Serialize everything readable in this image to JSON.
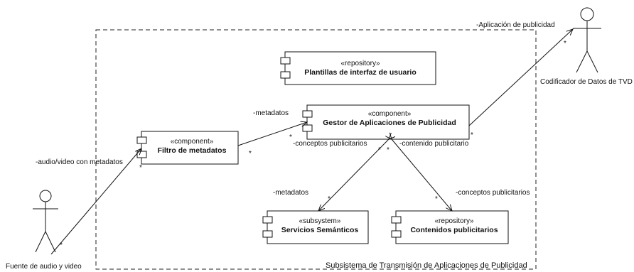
{
  "subsystem": {
    "title": "Subsistema de Transmisión de Aplicaciones de Publicidad"
  },
  "actors": {
    "source": {
      "name": "Fuente de audio y video"
    },
    "encoder": {
      "name": "Codificador de Datos de TVD"
    }
  },
  "components": {
    "templates": {
      "stereotype": "«repository»",
      "name": "Plantillas de interfaz de usuario"
    },
    "manager": {
      "stereotype": "«component»",
      "name": "Gestor de Aplicaciones de Publicidad"
    },
    "filter": {
      "stereotype": "«component»",
      "name": "Filtro de metadatos"
    },
    "semantic": {
      "stereotype": "«subsystem»",
      "name": "Servicios Semánticos"
    },
    "ads": {
      "stereotype": "«repository»",
      "name": "Contenidos publicitarios"
    }
  },
  "associations": {
    "source_filter": {
      "label": "-audio/video con metadatos",
      "mult_source": "*",
      "mult_filter": "*"
    },
    "filter_manager": {
      "label": "-metadatos",
      "mult_filter": "*",
      "mult_manager": "*"
    },
    "manager_encoder": {
      "label": "-Aplicación de publicidad",
      "mult_manager": "*",
      "mult_encoder": "*"
    },
    "manager_semantic": {
      "label_top": "-conceptos publicitarios",
      "label_bottom": "-metadatos",
      "mult_manager": "*",
      "mult_semantic": "*"
    },
    "manager_ads": {
      "label_top": "-contenido publicitario",
      "label_bottom": "-conceptos publicitarios",
      "mult_manager": "*",
      "mult_ads": "*"
    }
  }
}
